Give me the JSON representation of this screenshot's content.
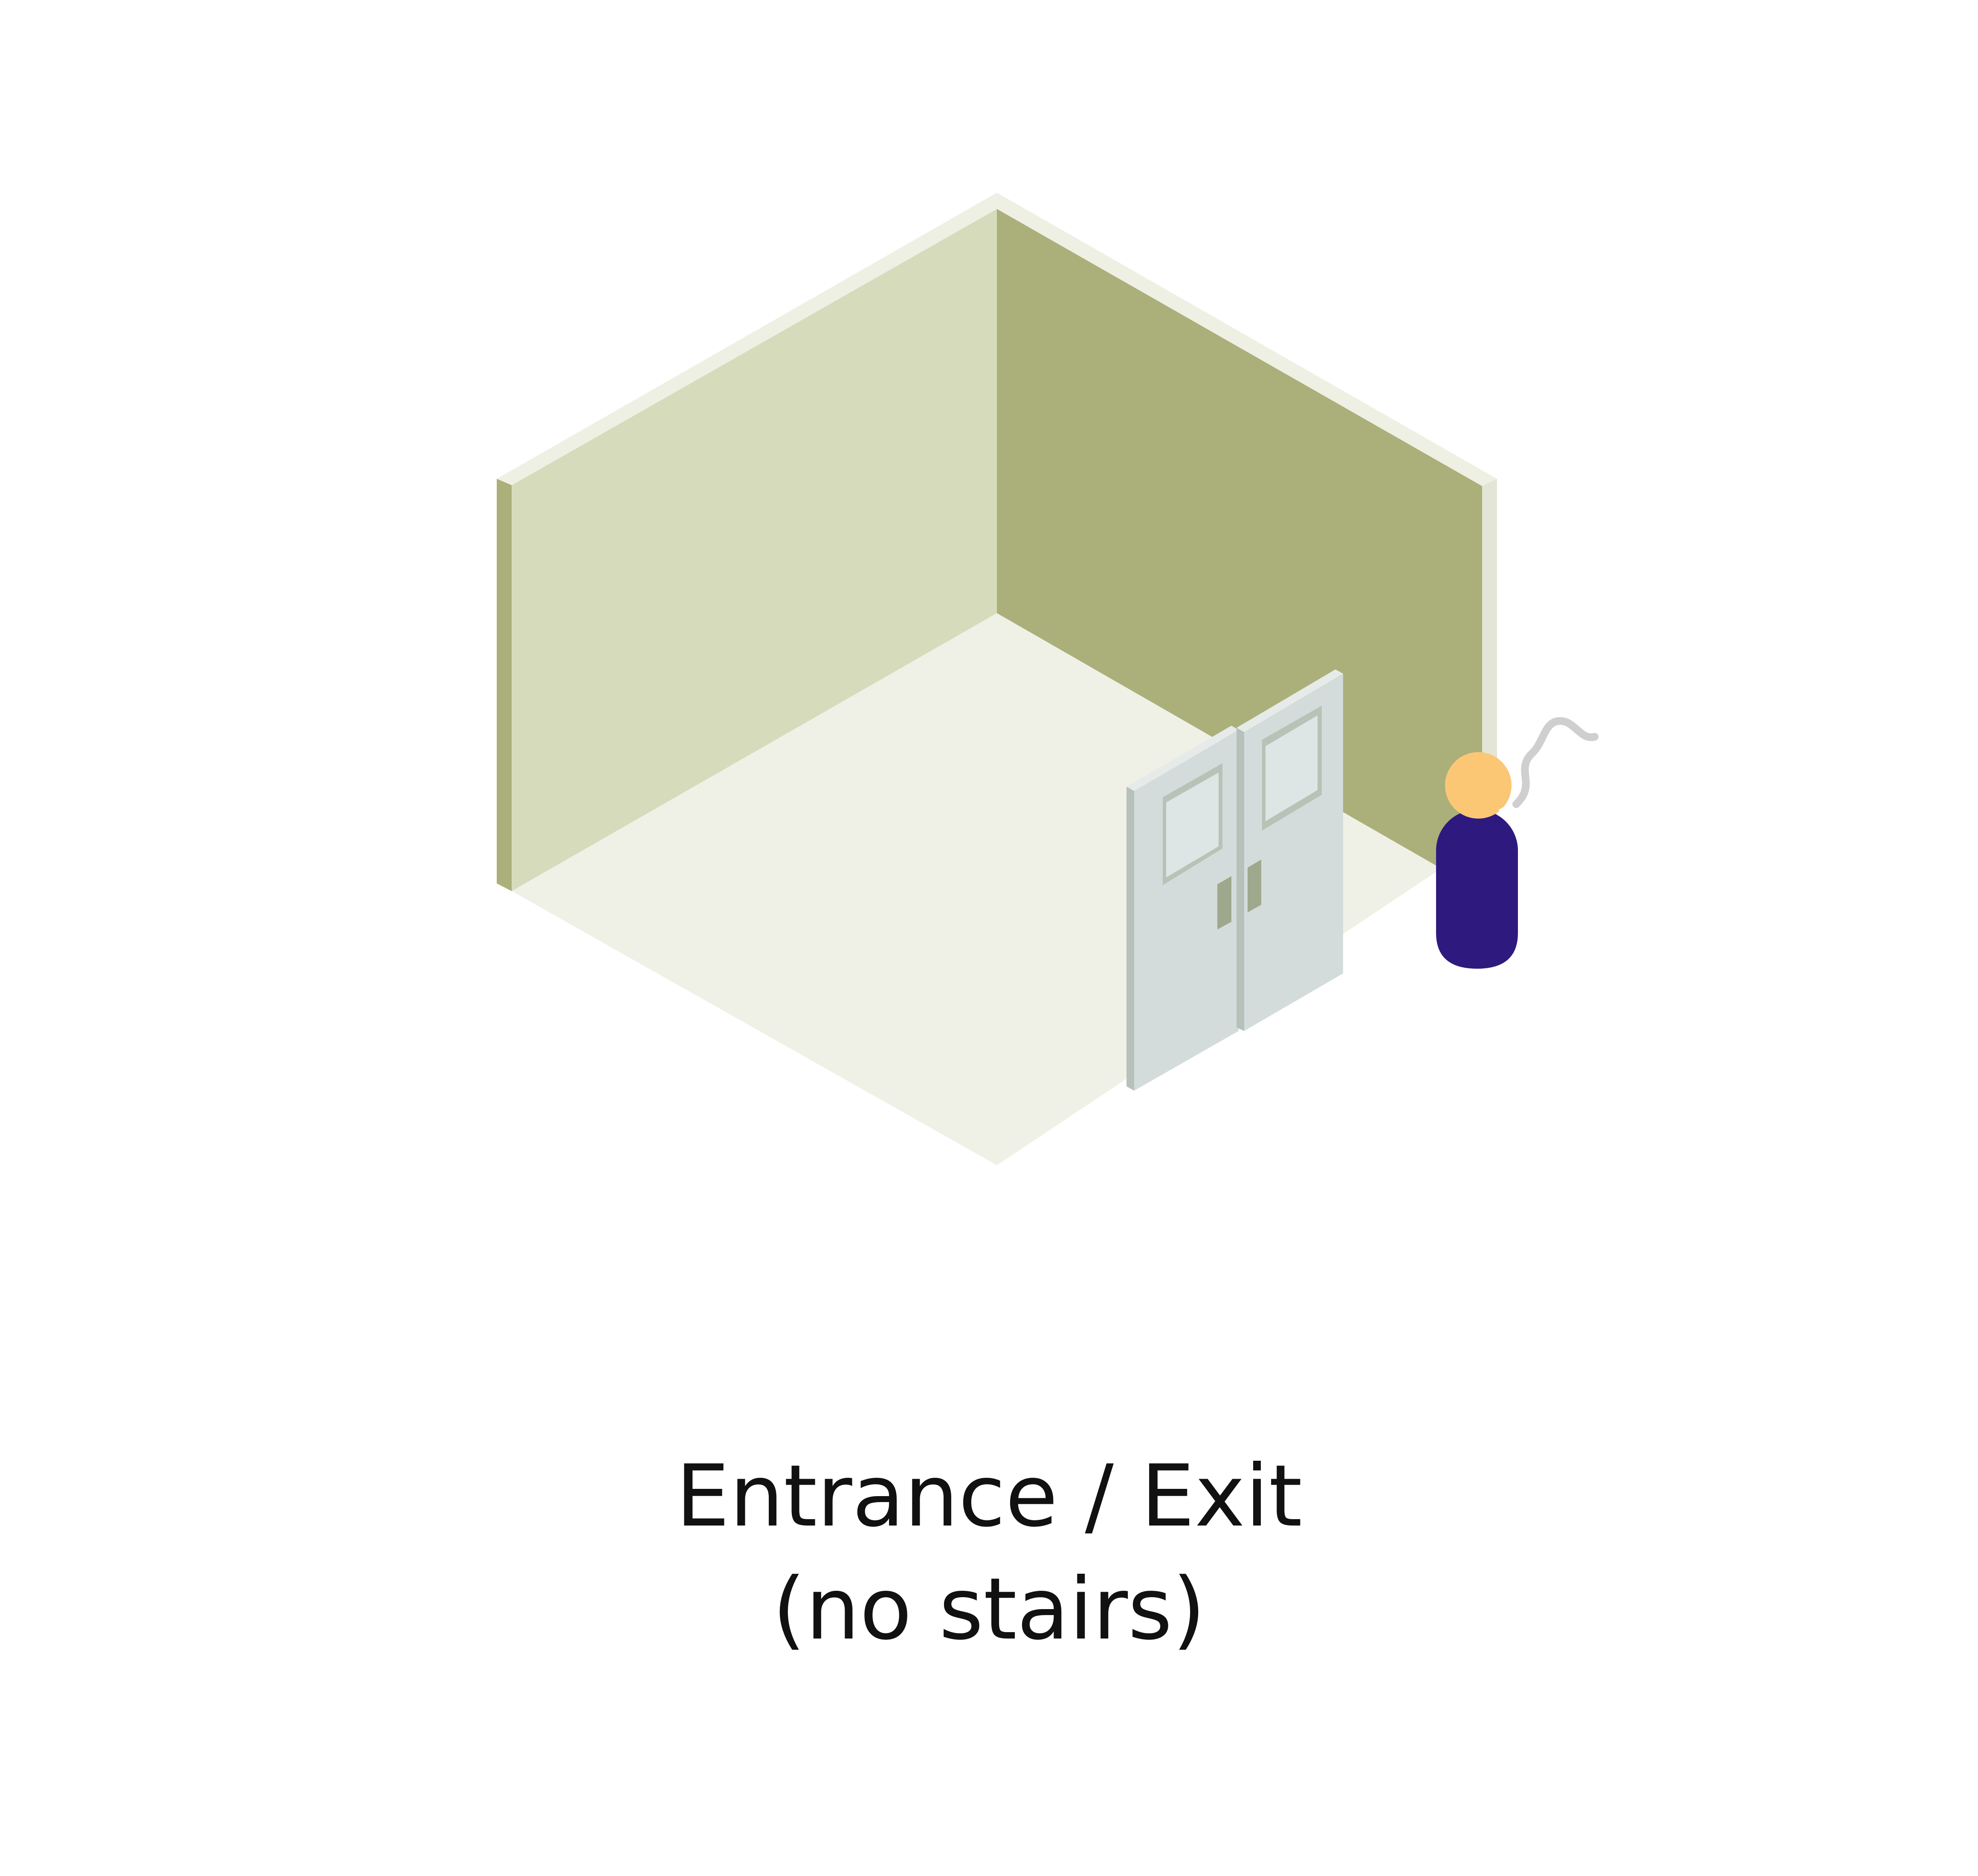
{
  "illustration": {
    "subject": "isometric room with double doors and a person",
    "colors": {
      "wall_left": "#d6dcbb",
      "wall_right": "#abaf7a",
      "wall_edge_light": "#eef0e4",
      "wall_end_dark": "#abaf7a",
      "wall_end_light": "#e3e5d6",
      "floor": "#eff1e6",
      "door_face": "#d3dcda",
      "door_window": "#dde6e5",
      "door_frame": "#b9c2b6",
      "door_edge": "#e6ebe9",
      "door_side": "#b7c1bc",
      "door_handle": "#9ea88c",
      "person_body": "#2e1a7e",
      "person_head": "#fbc774",
      "smoke": "#cfcfcf"
    }
  },
  "caption": {
    "line1": "Entrance / Exit",
    "line2": "(no stairs)"
  }
}
